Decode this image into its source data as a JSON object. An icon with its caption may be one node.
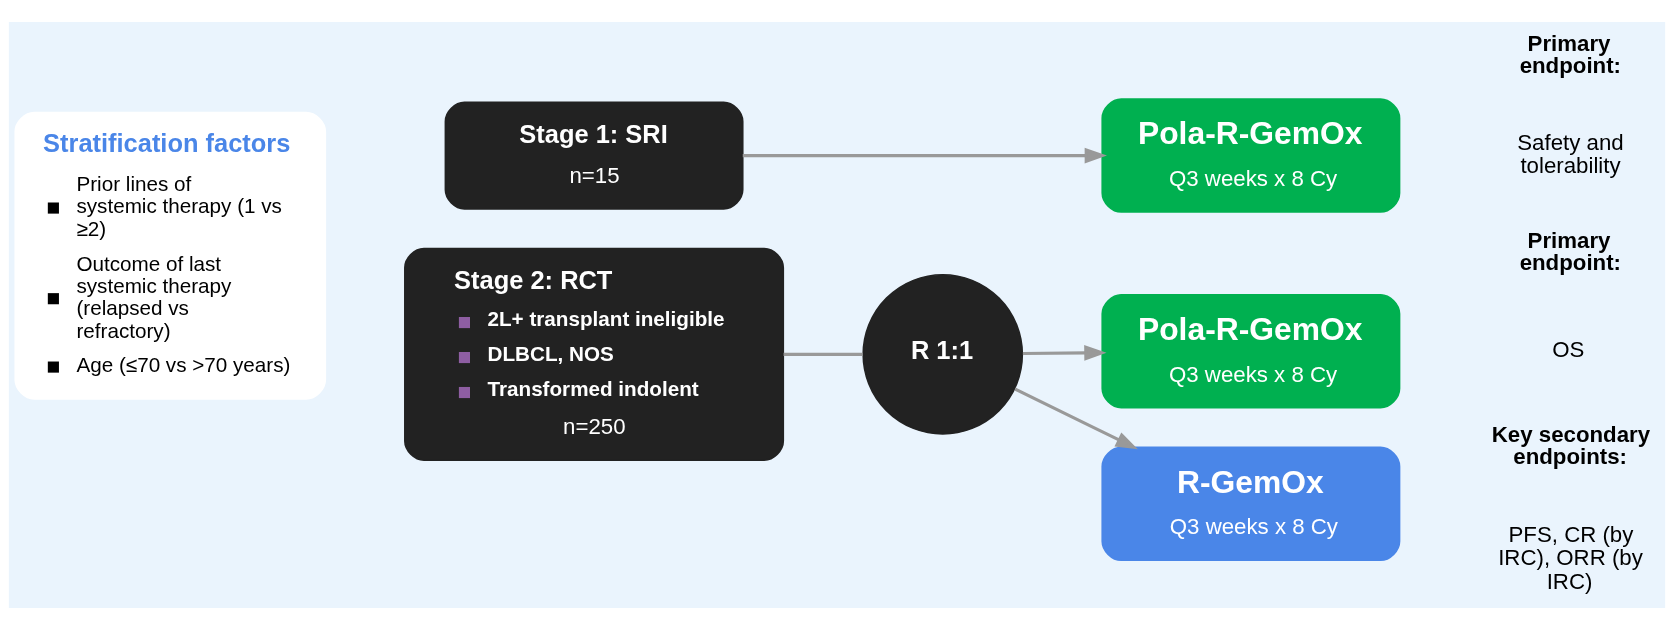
{
  "diagram": {
    "nodes": [
      {
        "text": [
          "Stratification factors",
          "Prior lines of systemic therapy (1 vs ≥2)",
          "Outcome of last systemic therapy (relapsed vs refractory)",
          "Age (≤70 vs >70 years)"
        ]
      },
      {
        "text": [
          "Stage 1: SRI",
          "n=15"
        ]
      },
      {
        "text": [
          "Pola-R-GemOx",
          "Q3 weeks x 8 Cy"
        ]
      },
      {
        "text": [
          "Stage 2: RCT",
          "2L+ transplant ineligible",
          "DLBCL, NOS",
          "Transformed indolent",
          "n=250"
        ]
      },
      {
        "text": [
          "R 1:1"
        ]
      },
      {
        "text": [
          "Pola-R-GemOx",
          "Q3 weeks x 8 Cy"
        ]
      },
      {
        "text": [
          "R-GemOx",
          "Q3 weeks x 8 Cy"
        ]
      }
    ],
    "edges": [
      {
        "from": 1,
        "to": 2,
        "arrow": "to"
      },
      {
        "from": 3,
        "to": 4,
        "arrow": "none"
      },
      {
        "from": 4,
        "to": 5,
        "arrow": "to"
      },
      {
        "from": 4,
        "to": 6,
        "arrow": "to"
      }
    ],
    "labels": [
      "Primary endpoint:",
      "Safety and tolerability",
      "Primary endpoint:",
      "OS",
      "Key secondary endpoints:",
      "PFS, CR (by IRC), ORR (by IRC)"
    ]
  }
}
